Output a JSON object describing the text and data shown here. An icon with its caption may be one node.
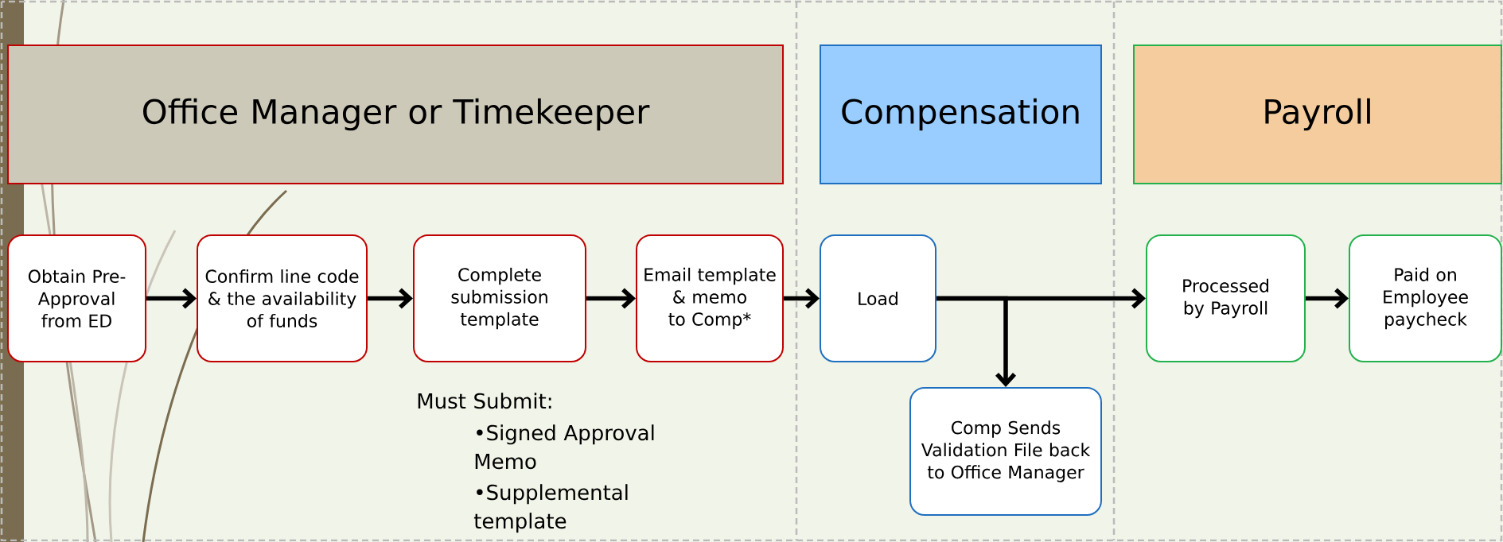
{
  "diagram": {
    "nodes": [
      {
        "text": [
          "Office Manager or Timekeeper"
        ]
      },
      {
        "text": [
          "Compensation"
        ]
      },
      {
        "text": [
          "Payroll"
        ]
      },
      {
        "text": [
          "Obtain Pre-Approval from ED"
        ]
      },
      {
        "text": [
          "Confirm line code & the availability of funds"
        ]
      },
      {
        "text": [
          "Complete submission template"
        ]
      },
      {
        "text": [
          "Email template & memo to Comp*"
        ]
      },
      {
        "text": [
          "Load"
        ]
      },
      {
        "text": [
          "Comp Sends Validation File back to Office Manager"
        ]
      },
      {
        "text": [
          "Processed by Payroll"
        ]
      },
      {
        "text": [
          "Paid on Employee paycheck"
        ]
      }
    ],
    "edges": [
      {
        "from": 3,
        "to": 4,
        "arrow": "to"
      },
      {
        "from": 4,
        "to": 5,
        "arrow": "to"
      },
      {
        "from": 5,
        "to": 6,
        "arrow": "to"
      },
      {
        "from": 6,
        "to": 7,
        "arrow": "to"
      },
      {
        "from": 7,
        "to": 9,
        "arrow": "to"
      },
      {
        "from": 7,
        "to": 8,
        "arrow": "to"
      },
      {
        "from": 9,
        "to": 10,
        "arrow": "to"
      }
    ],
    "labels": [
      "Must Submit:",
      "•Signed Approval Memo",
      "•Supplemental template"
    ]
  }
}
